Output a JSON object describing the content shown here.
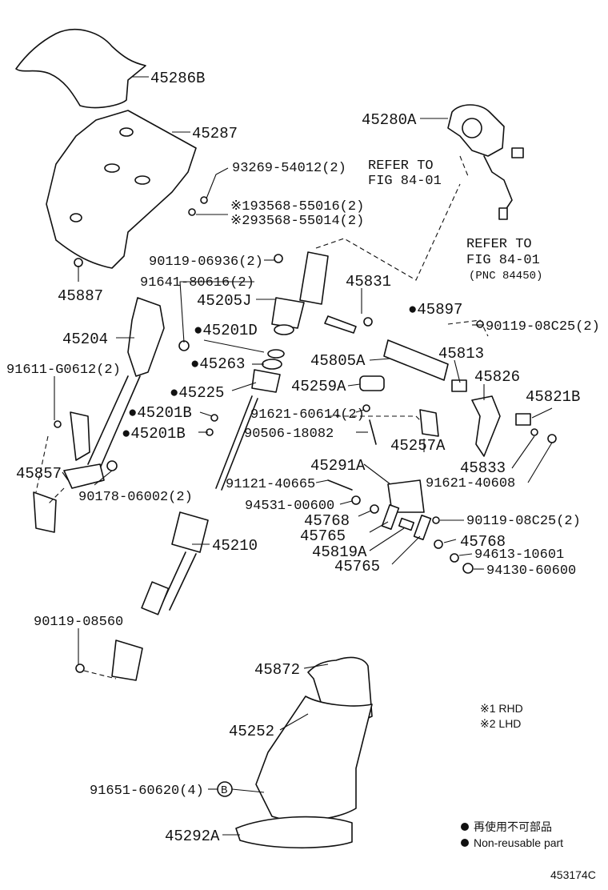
{
  "labels": [
    {
      "id": "l1",
      "text": "45286B"
    },
    {
      "id": "l2",
      "text": "45287"
    },
    {
      "id": "l3",
      "text": "93269-54012(2)"
    },
    {
      "id": "l4",
      "text": "※193568-55016(2)"
    },
    {
      "id": "l5",
      "text": "※293568-55014(2)"
    },
    {
      "id": "l6",
      "text": "45887"
    },
    {
      "id": "l7",
      "text": "45280A"
    },
    {
      "id": "l8",
      "text": "REFER TO"
    },
    {
      "id": "l9",
      "text": "FIG 84-01"
    },
    {
      "id": "l10",
      "text": "REFER TO"
    },
    {
      "id": "l11",
      "text": "FIG 84-01"
    },
    {
      "id": "l12",
      "text": "(PNC 84450)"
    },
    {
      "id": "l13",
      "text": "90119-06936(2)"
    },
    {
      "id": "l14",
      "text": "91641-80616(2)"
    },
    {
      "id": "l15",
      "text": "45205J"
    },
    {
      "id": "l16",
      "text": "45831"
    },
    {
      "id": "l17",
      "text": "●45897"
    },
    {
      "id": "l18",
      "text": "45204"
    },
    {
      "id": "l19",
      "text": "●45201D"
    },
    {
      "id": "l20",
      "text": "90119-08C25(2)"
    },
    {
      "id": "l21",
      "text": "●45263"
    },
    {
      "id": "l22",
      "text": "45805A"
    },
    {
      "id": "l23",
      "text": "45813"
    },
    {
      "id": "l24",
      "text": "91611-G0612(2)"
    },
    {
      "id": "l25",
      "text": "45826"
    },
    {
      "id": "l26",
      "text": "●45225"
    },
    {
      "id": "l27",
      "text": "45259A"
    },
    {
      "id": "l28",
      "text": "45821B"
    },
    {
      "id": "l29",
      "text": "●45201B"
    },
    {
      "id": "l30",
      "text": "91621-60614(2)"
    },
    {
      "id": "l31",
      "text": "●45201B"
    },
    {
      "id": "l32",
      "text": "90506-18082"
    },
    {
      "id": "l33",
      "text": "45257A"
    },
    {
      "id": "l34",
      "text": "45833"
    },
    {
      "id": "l35",
      "text": "45857"
    },
    {
      "id": "l36",
      "text": "45291A"
    },
    {
      "id": "l37",
      "text": "91621-40608"
    },
    {
      "id": "l38",
      "text": "91121-40665"
    },
    {
      "id": "l39",
      "text": "90178-06002(2)"
    },
    {
      "id": "l40",
      "text": "94531-00600"
    },
    {
      "id": "l41",
      "text": "45768"
    },
    {
      "id": "l42",
      "text": "90119-08C25(2)"
    },
    {
      "id": "l43",
      "text": "45765"
    },
    {
      "id": "l44",
      "text": "45768"
    },
    {
      "id": "l45",
      "text": "45819A"
    },
    {
      "id": "l46",
      "text": "94613-10601"
    },
    {
      "id": "l47",
      "text": "45210"
    },
    {
      "id": "l48",
      "text": "45765"
    },
    {
      "id": "l49",
      "text": "94130-60600"
    },
    {
      "id": "l50",
      "text": "90119-08560"
    },
    {
      "id": "l51",
      "text": "45872"
    },
    {
      "id": "l52",
      "text": "※1 RHD"
    },
    {
      "id": "l53",
      "text": "※2 LHD"
    },
    {
      "id": "l54",
      "text": "45252"
    },
    {
      "id": "l55",
      "text": "91651-60620(4)"
    },
    {
      "id": "l56",
      "text": "45292A"
    }
  ],
  "callout_b": "B",
  "legend": {
    "jp": "再使用不可部品",
    "en": "Non-reusable part"
  },
  "figure_code": "453174C"
}
